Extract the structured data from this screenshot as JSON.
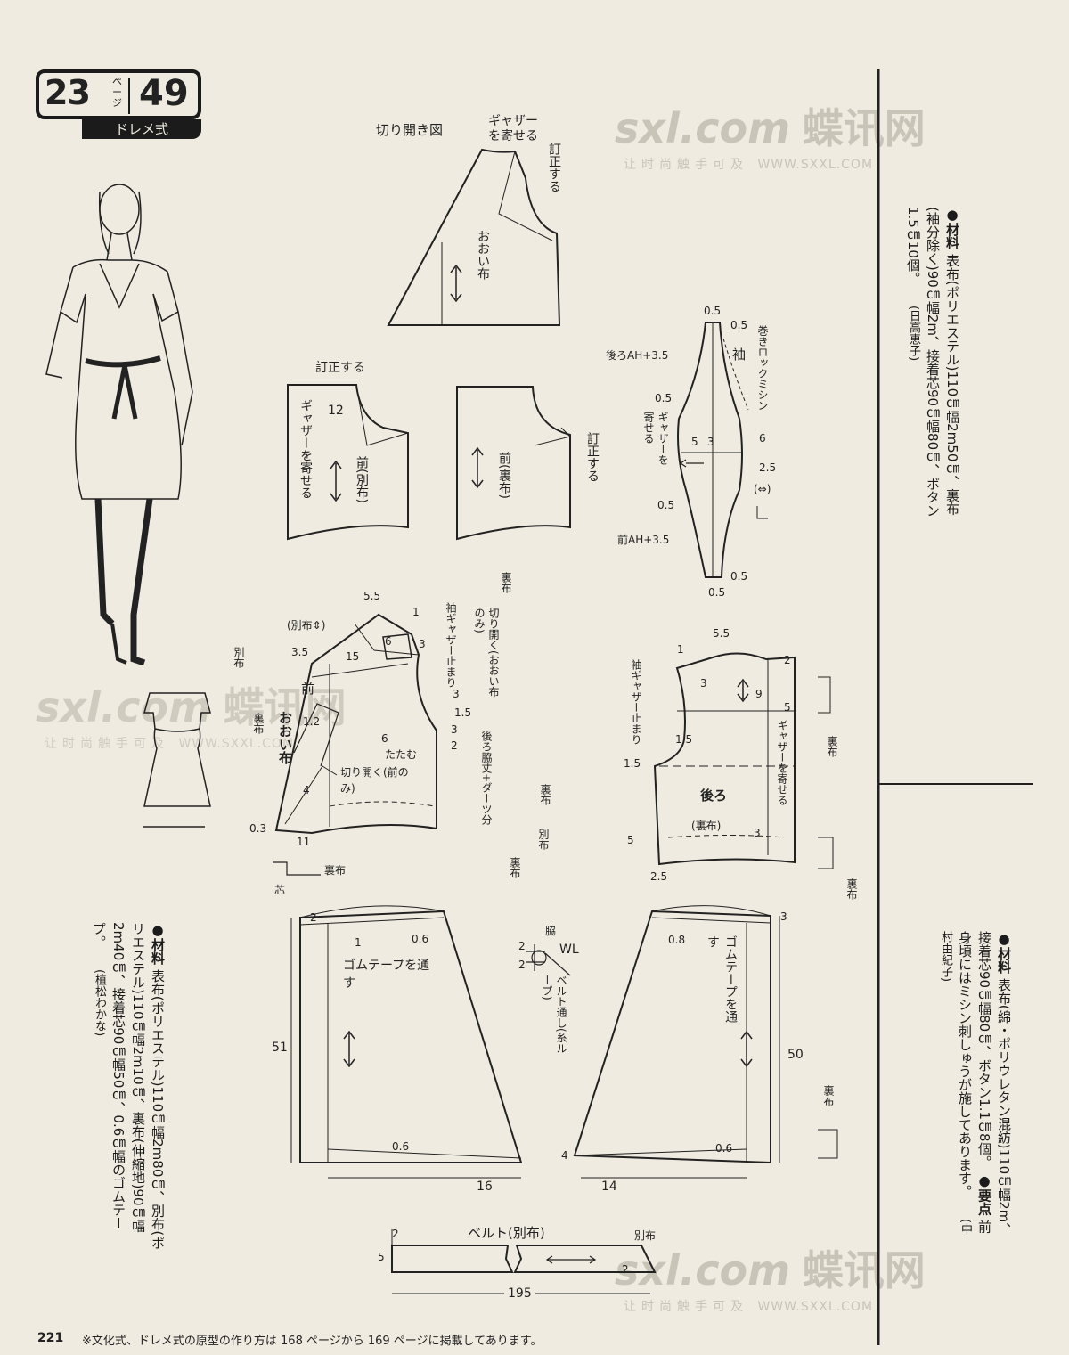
{
  "header": {
    "page_ref": "23",
    "page_ref_unit": "ページ",
    "pattern_number": "49",
    "style": "ドレメ式"
  },
  "watermark": {
    "brand": "sxl.com",
    "cn_name": "蝶讯网",
    "slogan": "让时尚触手可及",
    "url": "WWW.SXXL.COM"
  },
  "materials_top_right": {
    "head": "●材料",
    "text": "表布(ポリエステル)110㎝幅2m50㎝、裏布(袖分除く)90㎝幅2m、接着芯90㎝幅80㎝、ボタン1.5㎝10個。",
    "author": "(日高恵子)"
  },
  "materials_bottom_right": {
    "head": "●材料",
    "text": "表布(綿・ポリウレタン混紡)110㎝幅2m、接着芯90㎝幅80㎝、ボタン1.1㎝8個。",
    "point_head": "●要点",
    "point_text": "前身頃にはミシン刺しゅうが施してあります。",
    "author": "(中村由紀子)"
  },
  "materials_left": {
    "head": "●材料",
    "text": "表布(ポリエステル)110㎝幅2m80㎝、別布(ポリエステル)110㎝幅2m10㎝、裏布(伸縮地)90㎝幅2m40㎝、接着芯90㎝幅50㎝、0.6㎝幅のゴムテープ。",
    "author": "(植松わかな)"
  },
  "diagrams": {
    "slash_spread": {
      "title": "切り開き図",
      "gather": "ギャザーを寄せる",
      "correct": "訂正する",
      "piece": "おおい布"
    },
    "front_panel": {
      "correct": "訂正する",
      "num": "12",
      "gather": "ギャザーを寄せる",
      "piece": "前(別布)"
    },
    "front_lining": {
      "piece": "前(裏布)",
      "correct": "訂正する"
    },
    "sleeve": {
      "back_ah": "後ろAH+3.5",
      "front_ah": "前AH+3.5",
      "piece": "袖",
      "edge": "巻きロックミシン",
      "gather": "ギャザーを寄せる",
      "dims": [
        "0.5",
        "0.5",
        "0.5",
        "0.5",
        "5",
        "3",
        "6",
        "2.5",
        "0.5",
        "0.5"
      ],
      "grain": "(⇔)"
    },
    "bodice_front": {
      "labels": [
        "5.5",
        "1",
        "6",
        "3",
        "3.5",
        "15",
        "1.5",
        "3",
        "2",
        "6",
        "0.3",
        "11",
        "4",
        "1.2",
        "3"
      ],
      "front": "前",
      "cover": "おおい布",
      "sep": "(別布⇕)",
      "cut_open": "切り開く(前のみ)",
      "fold": "たたむ",
      "lining": "裏布",
      "sleeve_stop": "袖ギャザー止まり",
      "cut_cover": "切り開く(おおい布のみ)",
      "side": "後ろ脇丈+ダーツ分",
      "separate": "別布",
      "interfacing": "芯"
    },
    "bodice_back": {
      "labels": [
        "5.5",
        "1",
        "2",
        "3",
        "9",
        "5",
        "1.5",
        "1.5",
        "3",
        "5",
        "2.5"
      ],
      "piece": "後ろ",
      "sub": "(裏布)",
      "gather": "ギャザーを寄せる",
      "sleeve_stop": "袖ギャザー止まり",
      "lining": "裏布"
    },
    "skirt_front": {
      "labels": [
        "2",
        "1",
        "0.6",
        "51",
        "0.6",
        "16"
      ],
      "elastic": "ゴムテープを通す"
    },
    "skirt_back": {
      "labels": [
        "3",
        "0.8",
        "50",
        "4",
        "0.6",
        "14"
      ],
      "elastic": "ゴムテープを通す",
      "lining": "裏布"
    },
    "waist_detail": {
      "side": "脇",
      "wl": "WL",
      "nums": [
        "2",
        "2"
      ],
      "loop": "ベルト通し(糸ループ)"
    },
    "belt": {
      "title": "ベルト(別布)",
      "num_left": "2",
      "num_height": "5",
      "length": "195",
      "sep": "別布",
      "num_right": "2"
    }
  },
  "footer": {
    "page_number": "221",
    "note": "※文化式、ドレメ式の原型の作り方は 168 ページから 169 ページに掲載してあります。"
  }
}
